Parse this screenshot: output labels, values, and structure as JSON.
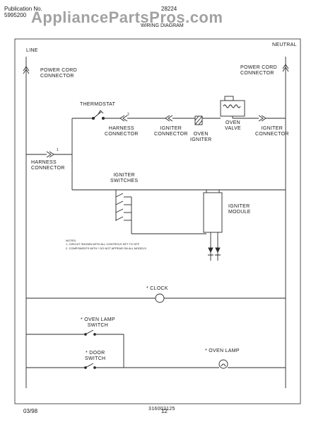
{
  "header": {
    "publication_label": "Publication No.",
    "publication_number": "5995200",
    "model_number": "28224",
    "diagram_title": "WIRING DIAGRAM"
  },
  "watermark": "AppliancePartsPros.com",
  "labels": {
    "line": "LINE",
    "neutral": "NEUTRAL",
    "power_cord_left": "POWER CORD\nCONNECTOR",
    "power_cord_right": "POWER CORD\nCONNECTOR",
    "thermostat": "THERMOSTAT",
    "harness_connector_top": "HARNESS\nCONNECTOR",
    "igniter_connector_left": "IGNITER\nCONNECTOR",
    "oven_igniter": "OVEN\nIGNITER",
    "oven_valve": "OVEN\nVALVE",
    "igniter_connector_right": "IGNITER\nCONNECTOR",
    "harness_connector_left": "HARNESS\nCONNECTOR",
    "igniter_switches": "IGNITER\nSWITCHES",
    "igniter_module": "IGNITER\nMODULE",
    "clock": "* CLOCK",
    "oven_lamp_switch": "* OVEN LAMP\nSWITCH",
    "door_switch": "* DOOR\nSWITCH",
    "oven_lamp": "* OVEN LAMP",
    "pin_1": "1",
    "pin_2": "2"
  },
  "notes": {
    "title": "NOTES:",
    "line1": "1. CIRCUIT SHOWN WITH ALL CONTROLS SET TO OFF.",
    "line2": "2. COMPONENTS WITH * DO NOT APPEAR ON ALL MODELS."
  },
  "footer": {
    "drawing_number": "316002125",
    "date": "03/98",
    "page": "12"
  }
}
